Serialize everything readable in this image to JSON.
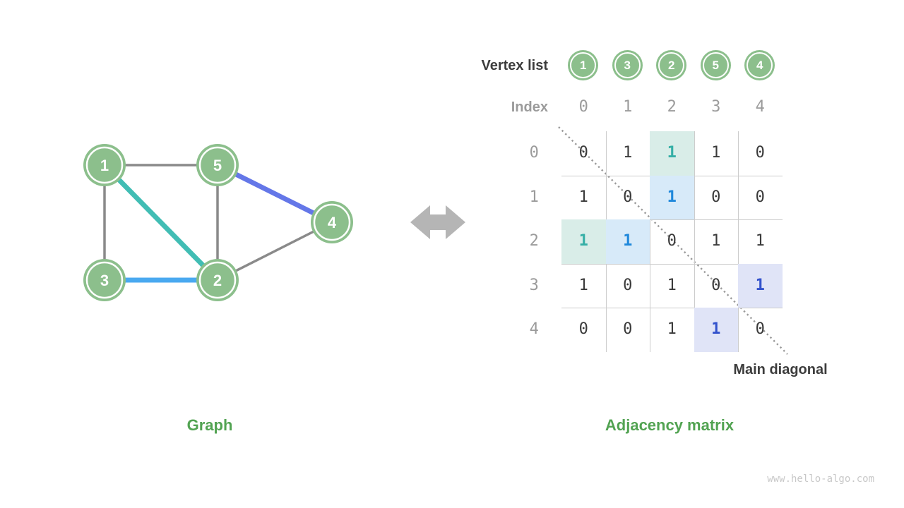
{
  "colors": {
    "node_green": "#8CBF8C",
    "caption_green": "#52A352",
    "label_dark": "#3C3C3C",
    "label_gray": "#9B9B9B",
    "grid_line": "#CCCCCC",
    "dotted_line": "#9A9A9A",
    "arrow_gray": "#B5B5B5",
    "edge_default": "#8A8A8A",
    "edge_teal": "#41BDB4",
    "edge_blue": "#49A9F0",
    "edge_indigo": "#6477E8",
    "cell_teal_bg": "#D9EDE8",
    "cell_teal_text": "#35AFA6",
    "cell_blue_bg": "#D7EAF9",
    "cell_blue_text": "#1F88DB",
    "cell_indigo_bg": "#E0E4F7",
    "cell_indigo_text": "#3352CC"
  },
  "graph": {
    "caption": "Graph",
    "vertices": [
      "1",
      "5",
      "4",
      "3",
      "2"
    ],
    "edges": [
      {
        "a": "1",
        "b": "5",
        "style": "default"
      },
      {
        "a": "1",
        "b": "3",
        "style": "default"
      },
      {
        "a": "5",
        "b": "2",
        "style": "default"
      },
      {
        "a": "2",
        "b": "4",
        "style": "default"
      },
      {
        "a": "1",
        "b": "2",
        "style": "teal"
      },
      {
        "a": "3",
        "b": "2",
        "style": "blue"
      },
      {
        "a": "5",
        "b": "4",
        "style": "indigo"
      }
    ]
  },
  "matrix": {
    "caption": "Adjacency matrix",
    "vertex_list_label": "Vertex list",
    "vertex_list": [
      "1",
      "3",
      "2",
      "5",
      "4"
    ],
    "index_label": "Index",
    "col_indices": [
      "0",
      "1",
      "2",
      "3",
      "4"
    ],
    "row_indices": [
      "0",
      "1",
      "2",
      "3",
      "4"
    ],
    "cells": [
      [
        "0",
        "1",
        "1",
        "1",
        "0"
      ],
      [
        "1",
        "0",
        "1",
        "0",
        "0"
      ],
      [
        "1",
        "1",
        "0",
        "1",
        "1"
      ],
      [
        "1",
        "0",
        "1",
        "0",
        "1"
      ],
      [
        "0",
        "0",
        "1",
        "1",
        "0"
      ]
    ],
    "highlights": [
      {
        "row": 0,
        "col": 2,
        "style": "teal"
      },
      {
        "row": 1,
        "col": 2,
        "style": "blue"
      },
      {
        "row": 2,
        "col": 0,
        "style": "teal"
      },
      {
        "row": 2,
        "col": 1,
        "style": "blue"
      },
      {
        "row": 3,
        "col": 4,
        "style": "indigo"
      },
      {
        "row": 4,
        "col": 3,
        "style": "indigo"
      }
    ],
    "main_diagonal_label": "Main diagonal"
  },
  "watermark": "www.hello-algo.com"
}
